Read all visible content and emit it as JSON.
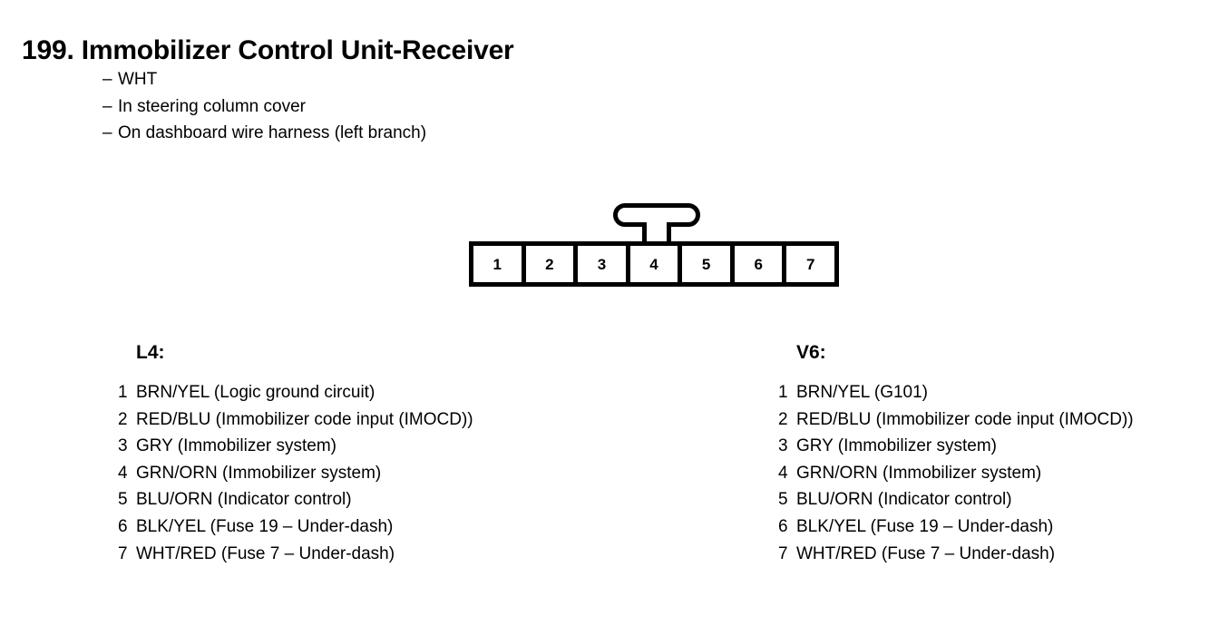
{
  "header": {
    "number": "199.",
    "title": "199. Immobilizer Control Unit-Receiver",
    "notes": [
      "WHT",
      "In steering column cover",
      "On dashboard wire harness (left branch)"
    ],
    "dash": "–"
  },
  "connector": {
    "pin_count": 7,
    "pins": [
      "1",
      "2",
      "3",
      "4",
      "5",
      "6",
      "7"
    ],
    "latch_over_pin": "4",
    "line_color": "#000000",
    "fill_color": "#ffffff"
  },
  "pinouts": [
    {
      "heading": "L4:",
      "rows": [
        {
          "num": "1",
          "desc": "BRN/YEL (Logic ground circuit)"
        },
        {
          "num": "2",
          "desc": "RED/BLU (Immobilizer code input (IMOCD))"
        },
        {
          "num": "3",
          "desc": "GRY (Immobilizer system)"
        },
        {
          "num": "4",
          "desc": "GRN/ORN (Immobilizer system)"
        },
        {
          "num": "5",
          "desc": "BLU/ORN (Indicator control)"
        },
        {
          "num": "6",
          "desc": "BLK/YEL (Fuse 19 – Under-dash)"
        },
        {
          "num": "7",
          "desc": "WHT/RED (Fuse 7 – Under-dash)"
        }
      ]
    },
    {
      "heading": "V6:",
      "rows": [
        {
          "num": "1",
          "desc": "BRN/YEL (G101)"
        },
        {
          "num": "2",
          "desc": "RED/BLU (Immobilizer code input (IMOCD))"
        },
        {
          "num": "3",
          "desc": "GRY (Immobilizer system)"
        },
        {
          "num": "4",
          "desc": "GRN/ORN (Immobilizer system)"
        },
        {
          "num": "5",
          "desc": "BLU/ORN (Indicator control)"
        },
        {
          "num": "6",
          "desc": "BLK/YEL (Fuse 19 – Under-dash)"
        },
        {
          "num": "7",
          "desc": "WHT/RED (Fuse 7 – Under-dash)"
        }
      ]
    }
  ]
}
